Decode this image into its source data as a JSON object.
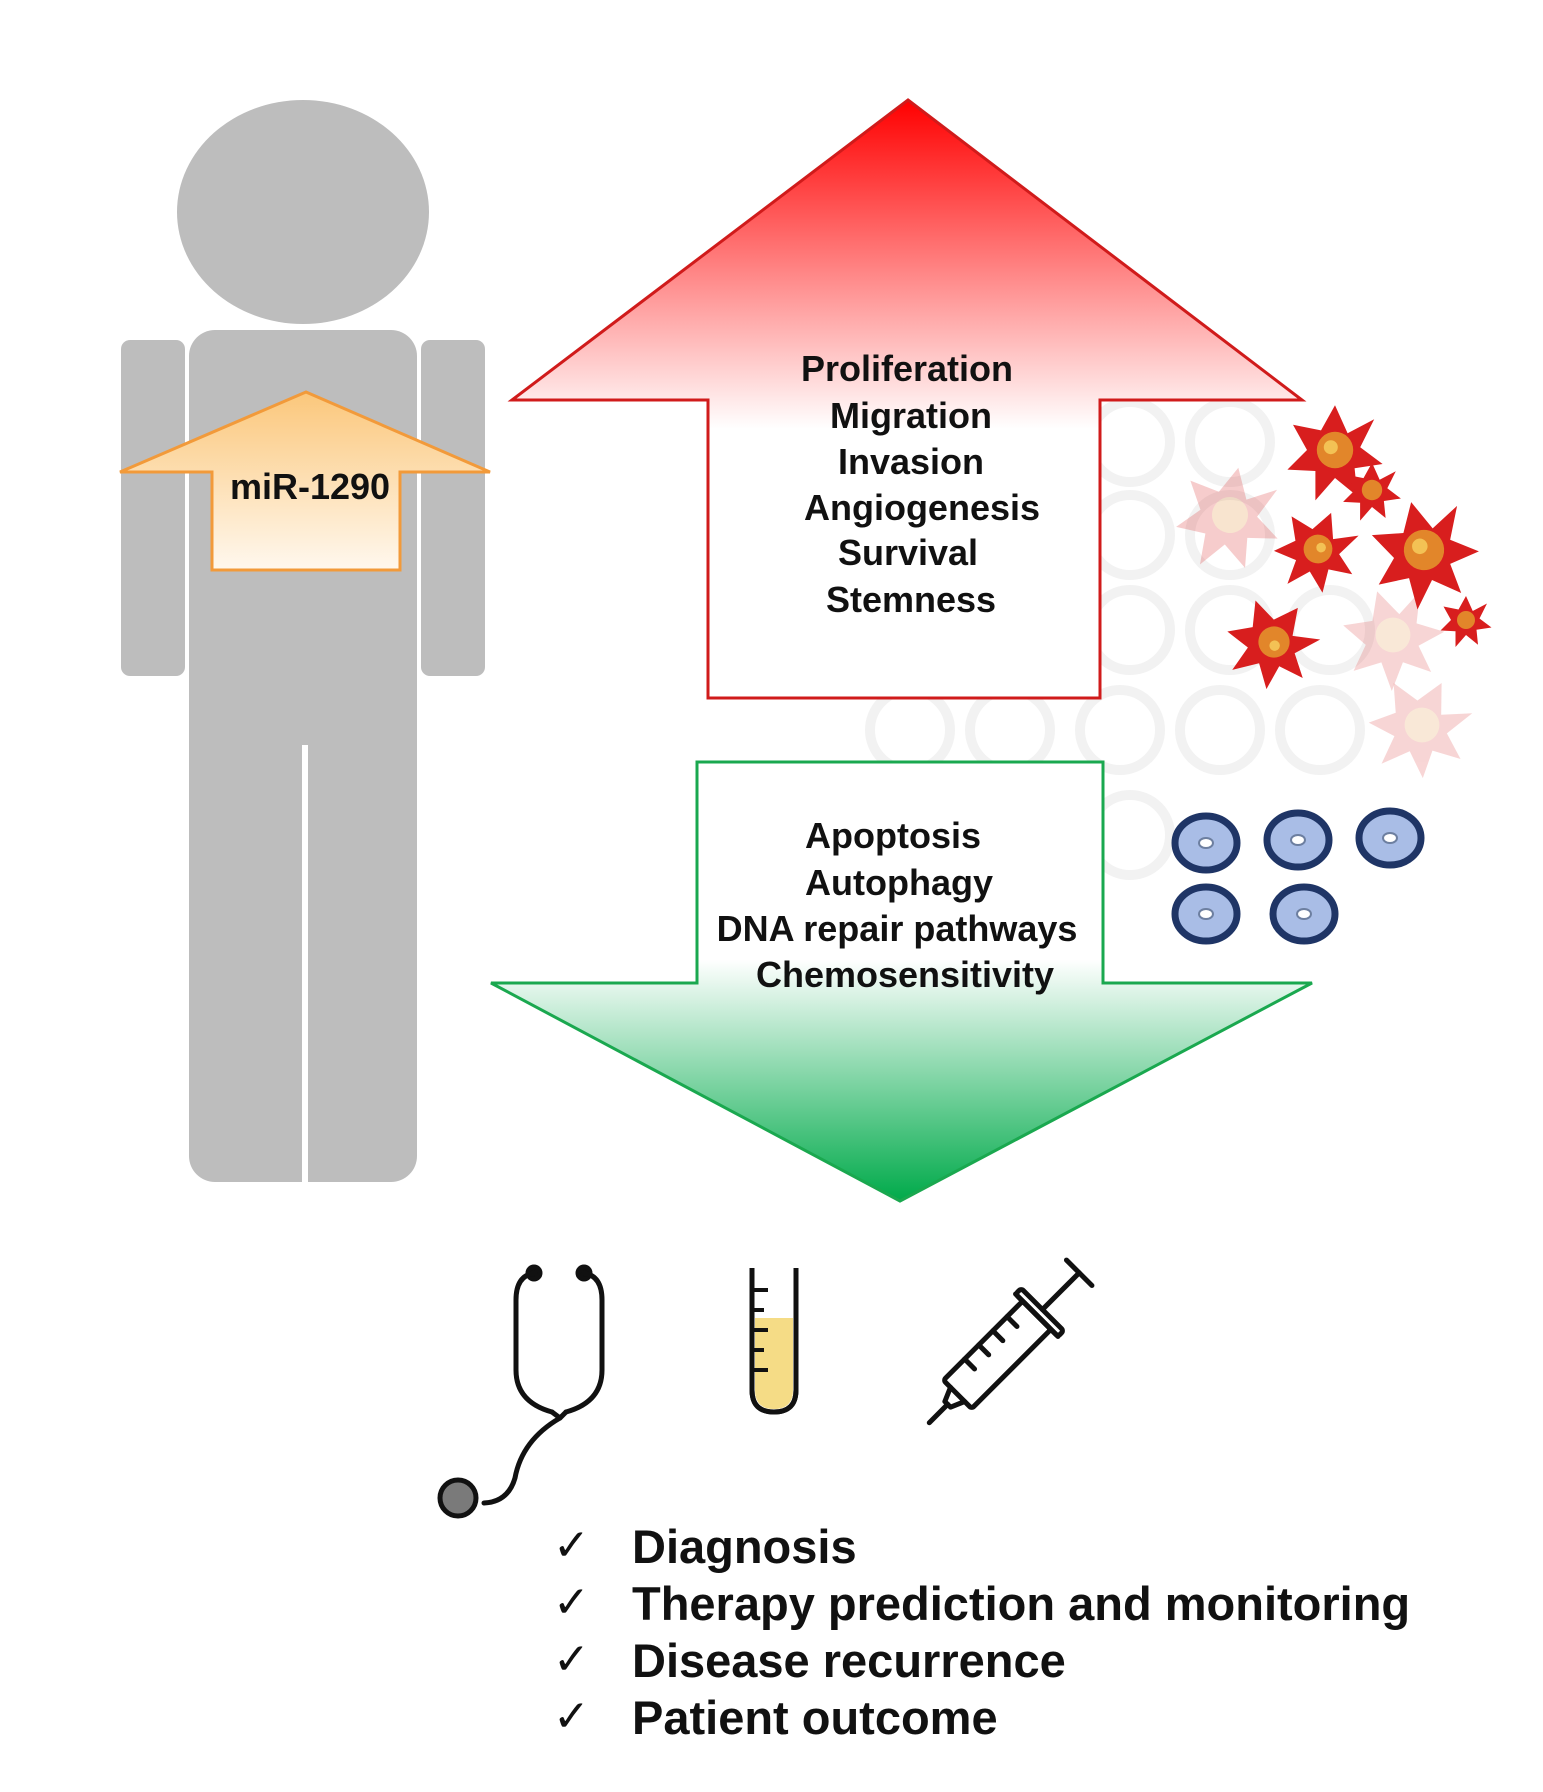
{
  "person": {
    "label": "miR-1290"
  },
  "up_arrow": {
    "items": [
      "Proliferation",
      "Migration",
      "Invasion",
      "Angiogenesis",
      "Survival",
      "Stemness"
    ]
  },
  "down_arrow": {
    "items": [
      "Apoptosis",
      "Autophagy",
      "DNA repair pathways",
      "Chemosensitivity"
    ]
  },
  "clinical_icons": [
    "stethoscope-icon",
    "test-tube-icon",
    "syringe-icon"
  ],
  "outcomes": {
    "check_glyph": "✓",
    "items": [
      "Diagnosis",
      "Therapy prediction and monitoring",
      "Disease recurrence",
      "Patient outcome"
    ]
  },
  "colors": {
    "person": "#bdbdbd",
    "up_arrow_top": "#ff0000",
    "up_arrow_border": "#d01b1b",
    "down_arrow_bottom": "#00aa4a",
    "down_arrow_border": "#1aa84f",
    "mir_arrow_border": "#f29a3a",
    "mir_arrow_fill": "#fbd191",
    "cancer_cell": "#d81e1e",
    "normal_cell_ring": "#1f3566",
    "normal_cell_fill": "#a9bde6",
    "test_tube_fluid": "#f5dc86"
  }
}
